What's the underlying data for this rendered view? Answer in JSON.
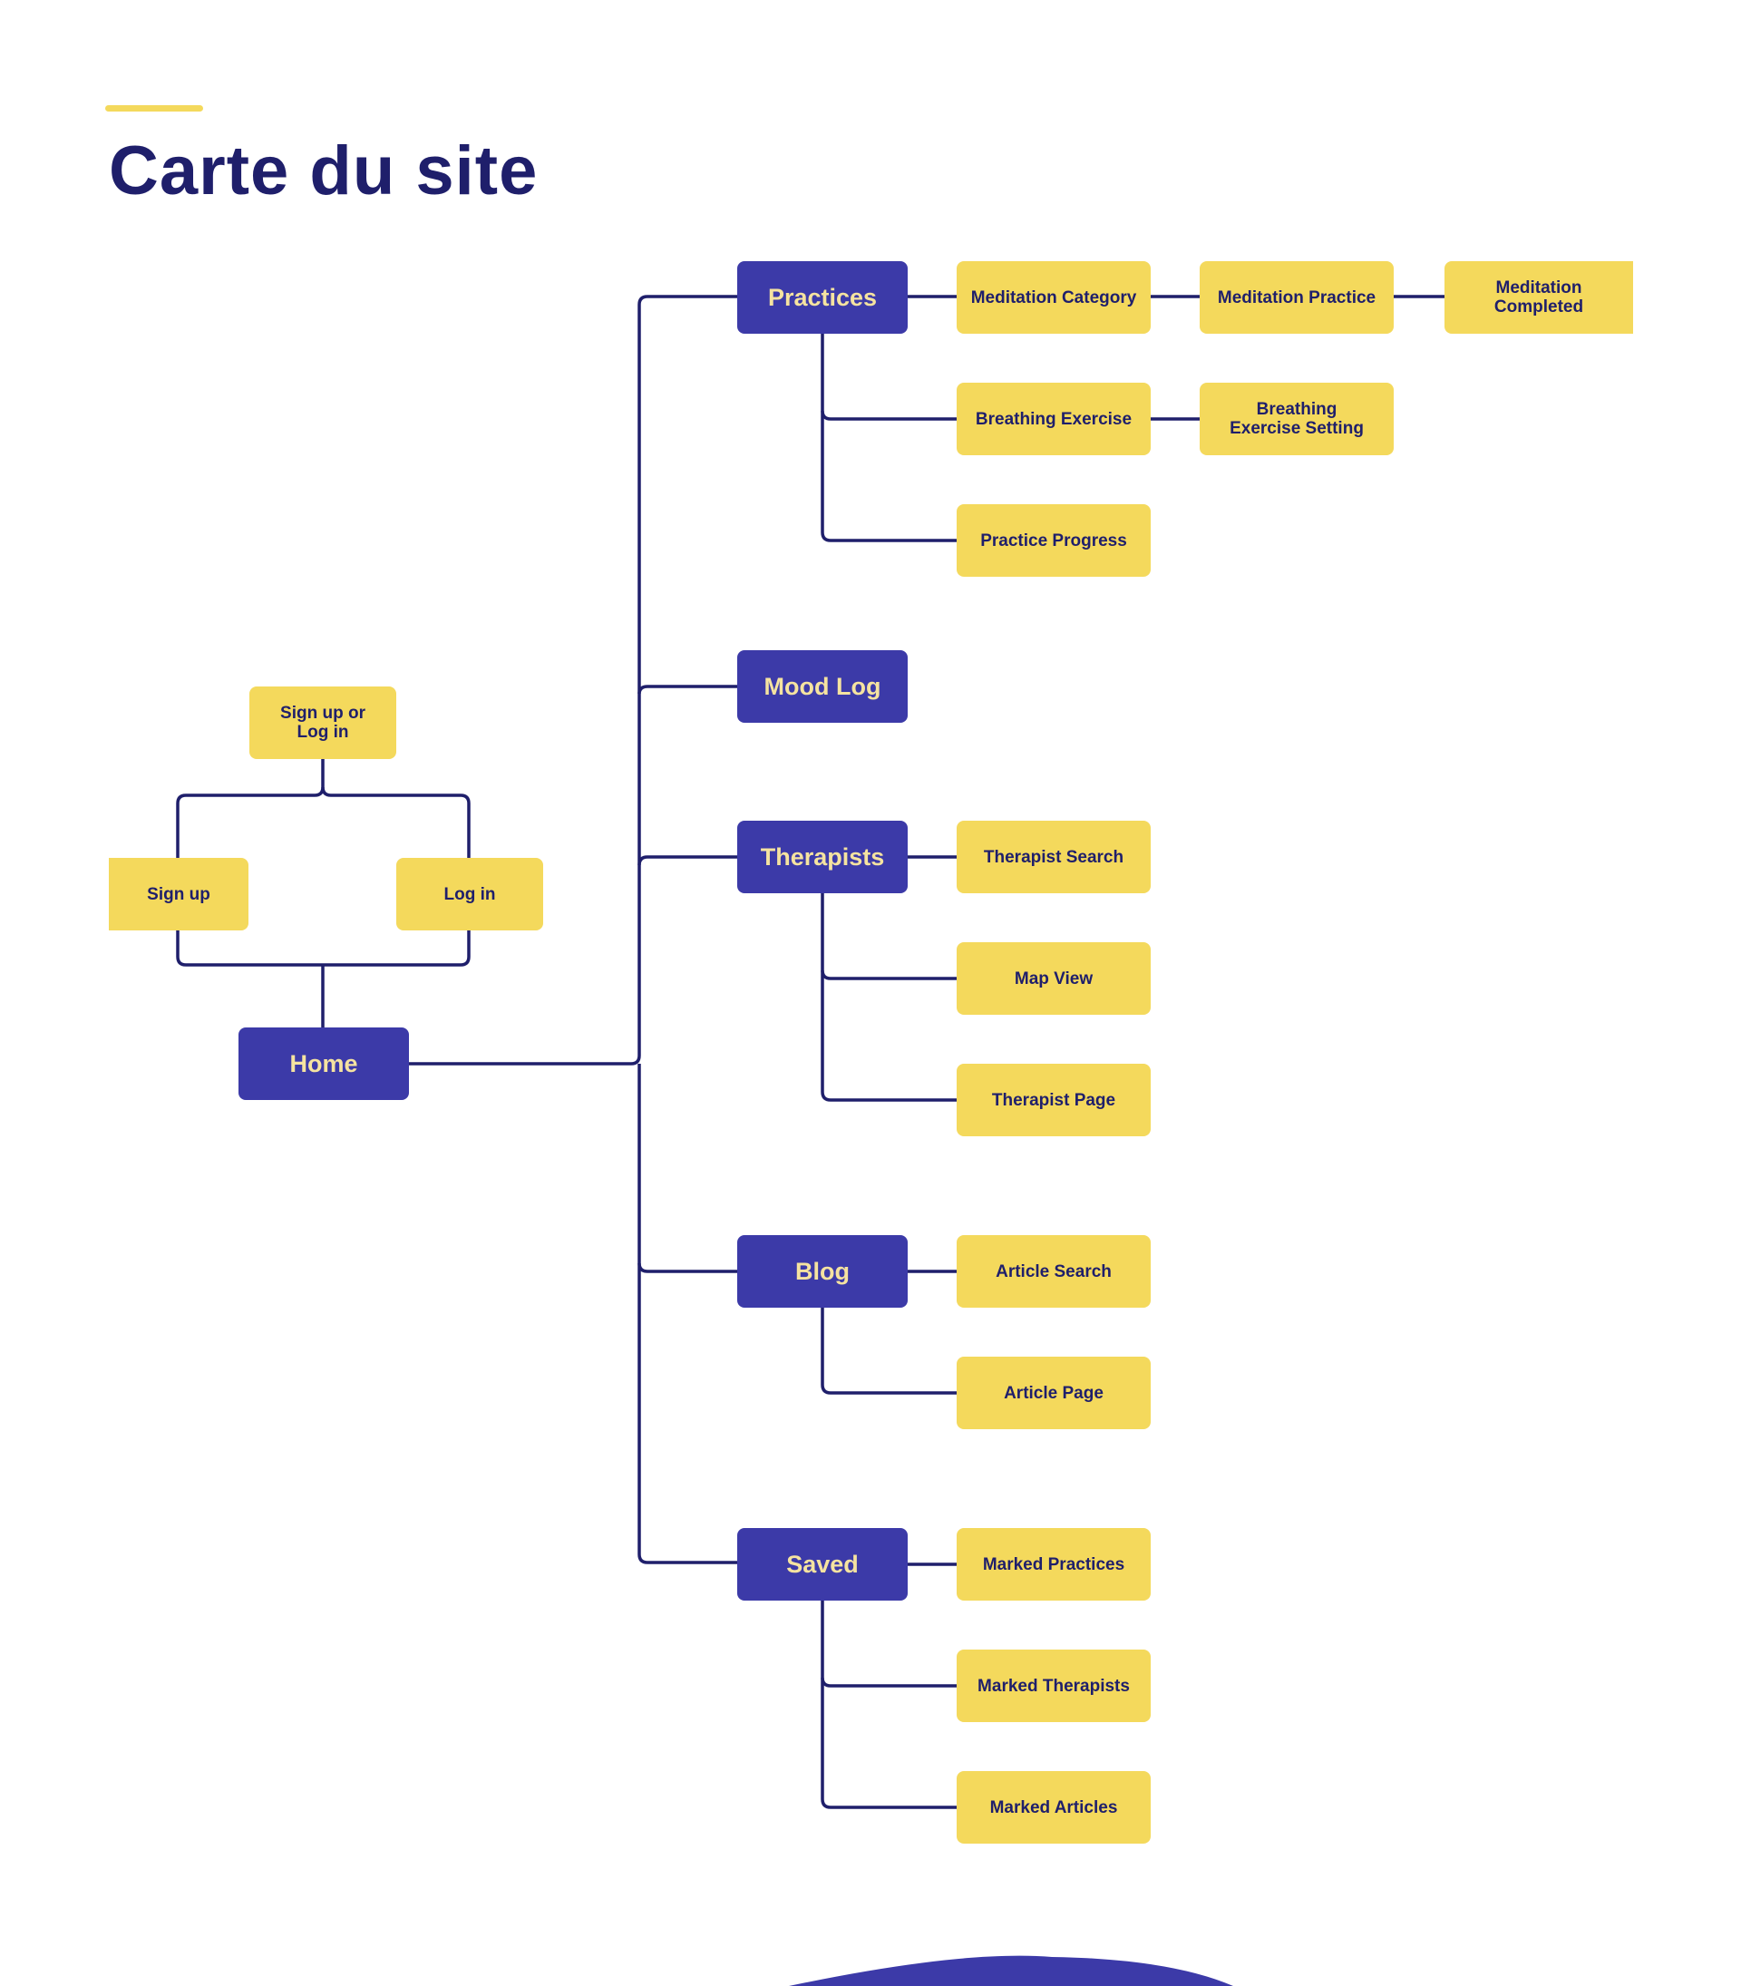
{
  "title": "Carte du site",
  "colors": {
    "primary": "#3c3aa8",
    "accent": "#f4d95c",
    "text": "#1f1f6b"
  },
  "auth": {
    "entry": "Sign up or Log in",
    "signup": "Sign up",
    "login": "Log in"
  },
  "home": "Home",
  "sections": {
    "practices": {
      "label": "Practices",
      "meditation_category": "Meditation Category",
      "meditation_practice": "Meditation Practice",
      "meditation_completed": "Meditation Completed",
      "breathing_exercise": "Breathing Exercise",
      "breathing_setting": "Breathing Exercise Setting",
      "practice_progress": "Practice Progress"
    },
    "mood_log": {
      "label": "Mood Log"
    },
    "therapists": {
      "label": "Therapists",
      "search": "Therapist Search",
      "map": "Map View",
      "page": "Therapist Page"
    },
    "blog": {
      "label": "Blog",
      "search": "Article Search",
      "page": "Article Page"
    },
    "saved": {
      "label": "Saved",
      "practices": "Marked Practices",
      "therapists": "Marked Therapists",
      "articles": "Marked Articles"
    }
  }
}
